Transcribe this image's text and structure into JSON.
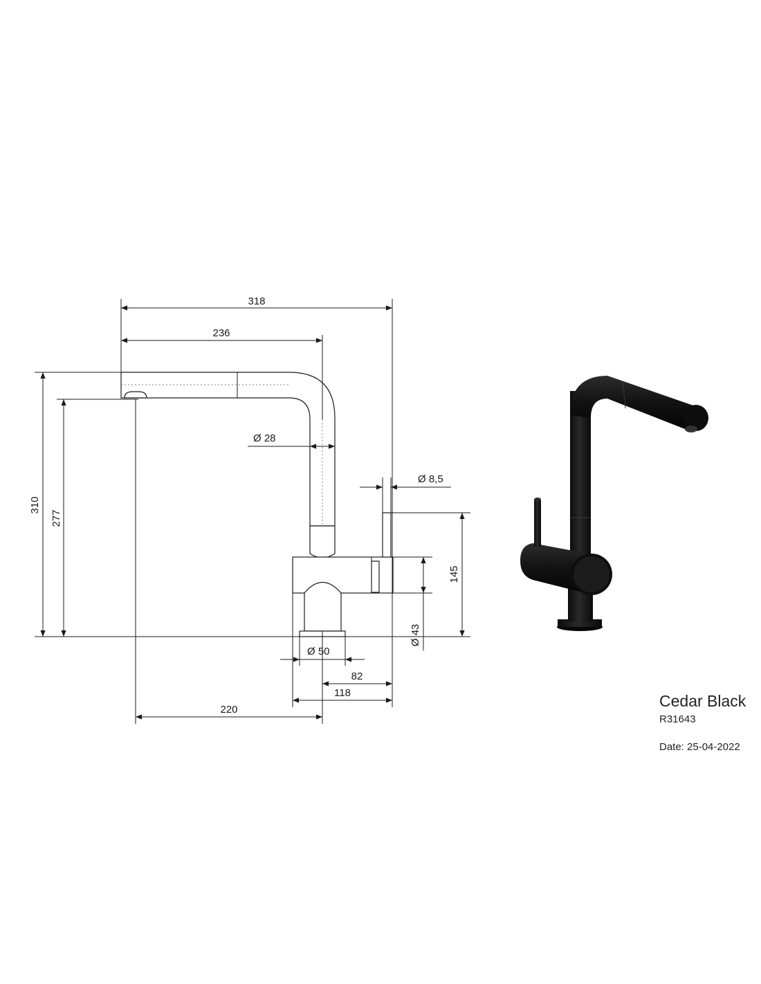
{
  "dimensions": {
    "total_width": "318",
    "spout_reach": "236",
    "total_height": "310",
    "outlet_height": "277",
    "spout_diameter": "Ø 28",
    "lever_diameter": "Ø 8,5",
    "lever_height": "145",
    "body_diameter": "Ø 43",
    "base_diameter": "Ø 50",
    "base_to_lever": "82",
    "base_to_rear": "118",
    "outlet_to_center": "220"
  },
  "product": {
    "name": "Cedar Black",
    "code": "R31643",
    "date_label": "Date:",
    "date_value": "25-04-2022"
  },
  "colors": {
    "line": "#1a1a1a",
    "product_black": "#141414"
  },
  "icons": {
    "diameter_symbol": "diameter-icon"
  }
}
